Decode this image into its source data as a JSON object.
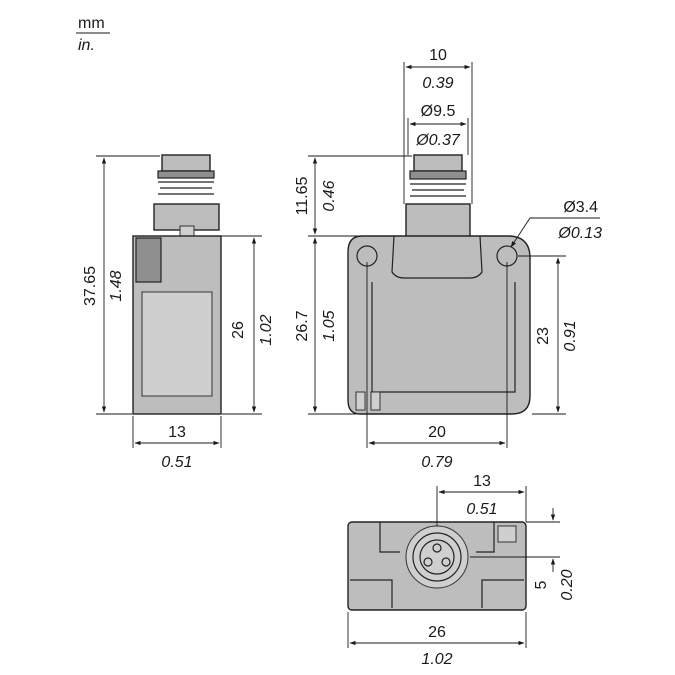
{
  "units": {
    "metric": "mm",
    "imperial": "in."
  },
  "side_view": {
    "overall_height": {
      "mm": "37.65",
      "in": "1.48"
    },
    "body_height": {
      "mm": "26",
      "in": "1.02"
    },
    "width": {
      "mm": "13",
      "in": "0.51"
    }
  },
  "front_view": {
    "connector_width": {
      "mm": "10",
      "in": "0.39"
    },
    "connector_diameter": {
      "mm": "Ø9.5",
      "in": "Ø0.37"
    },
    "connector_height": {
      "mm": "11.65",
      "in": "0.46"
    },
    "hole_diameter": {
      "mm": "Ø3.4",
      "in": "Ø0.13"
    },
    "body_height": {
      "mm": "26.7",
      "in": "1.05"
    },
    "hole_spacing_vertical": {
      "mm": "23",
      "in": "0.91"
    },
    "hole_spacing_horizontal": {
      "mm": "20",
      "in": "0.79"
    }
  },
  "bottom_view": {
    "connector_offset": {
      "mm": "13",
      "in": "0.51"
    },
    "depth_offset": {
      "mm": "5",
      "in": "0.20"
    },
    "overall_width": {
      "mm": "26",
      "in": "1.02"
    }
  }
}
